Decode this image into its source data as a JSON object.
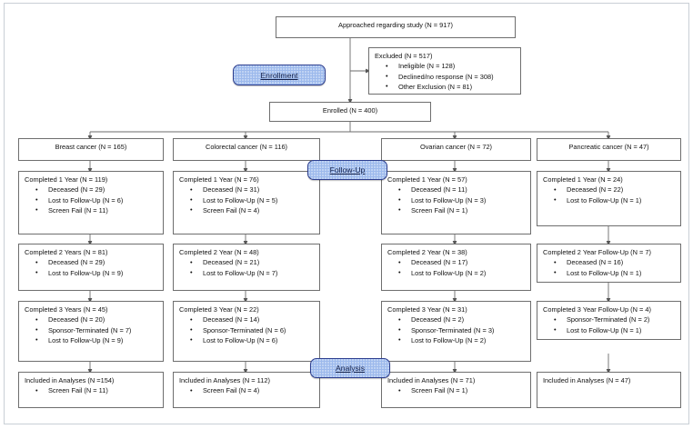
{
  "diagram": {
    "type": "consort-participant-flow",
    "stage_labels": [
      {
        "id": "enrollment",
        "text": "Enrollment"
      },
      {
        "id": "follow-up",
        "text": "Follow-Up"
      },
      {
        "id": "analysis",
        "text": "Analysis"
      }
    ],
    "style": {
      "label_fill": "#9cb9ec",
      "label_border": "#2c3e8f",
      "box_border": "#6e6e6e",
      "frame_border": "#c9cfd6",
      "connector": "#595959"
    },
    "top": {
      "approached": {
        "title": "Approached regarding study (N = 917)"
      },
      "excluded": {
        "title": "Excluded (N = 517)",
        "items": [
          "Ineligible (N = 128)",
          "Declined/no response (N = 308)",
          "Other Exclusion (N = 81)"
        ]
      },
      "enrolled": {
        "title": "Enrolled (N = 400)"
      }
    },
    "columns": [
      {
        "id": "breast",
        "cohort": {
          "title": "Breast cancer (N = 165)"
        },
        "year1": {
          "title": "Completed 1 Year (N = 119)",
          "items": [
            "Deceased (N = 29)",
            "Lost to Follow-Up (N = 6)",
            "Screen Fail (N = 11)"
          ]
        },
        "year2": {
          "title": "Completed 2 Years (N = 81)",
          "items": [
            "Deceased (N = 29)",
            "Lost to Follow-Up (N = 9)"
          ]
        },
        "year3": {
          "title": "Completed 3 Years (N = 45)",
          "items": [
            "Deceased (N = 20)",
            "Sponsor-Terminated (N = 7)",
            "Lost to Follow-Up (N = 9)"
          ]
        },
        "analysis": {
          "title": "Included in Analyses (N =154)",
          "items": [
            "Screen Fail (N = 11)"
          ]
        }
      },
      {
        "id": "colorectal",
        "cohort": {
          "title": "Colorectal cancer (N = 116)"
        },
        "year1": {
          "title": "Completed 1 Year (N = 76)",
          "items": [
            "Deceased (N = 31)",
            "Lost to Follow-Up (N = 5)",
            "Screen Fail (N = 4)"
          ]
        },
        "year2": {
          "title": "Completed 2 Year (N = 48)",
          "items": [
            "Deceased (N = 21)",
            "Lost to Follow-Up (N = 7)"
          ]
        },
        "year3": {
          "title": "Completed 3 Year (N = 22)",
          "items": [
            "Deceased (N = 14)",
            "Sponsor-Terminated (N = 6)",
            "Lost to Follow-Up (N = 6)"
          ]
        },
        "analysis": {
          "title": "Included in Analyses (N = 112)",
          "items": [
            "Screen Fail (N = 4)"
          ]
        }
      },
      {
        "id": "ovarian",
        "cohort": {
          "title": "Ovarian cancer (N = 72)"
        },
        "year1": {
          "title": "Completed 1 Year (N = 57)",
          "items": [
            "Deceased (N = 11)",
            "Lost to Follow-Up (N = 3)",
            "Screen Fail (N = 1)"
          ]
        },
        "year2": {
          "title": "Completed 2 Year (N = 38)",
          "items": [
            "Deceased (N = 17)",
            "Lost to Follow-Up (N = 2)"
          ]
        },
        "year3": {
          "title": "Completed 3 Year (N = 31)",
          "items": [
            "Deceased (N = 2)",
            "Sponsor-Terminated (N = 3)",
            "Lost to Follow-Up (N = 2)"
          ]
        },
        "analysis": {
          "title": "Included in Analyses (N = 71)",
          "items": [
            "Screen Fail (N = 1)"
          ]
        }
      },
      {
        "id": "pancreatic",
        "cohort": {
          "title": "Pancreatic cancer (N = 47)"
        },
        "year1": {
          "title": "Completed 1 Year (N = 24)",
          "items": [
            "Deceased (N = 22)",
            "Lost to Follow-Up (N = 1)"
          ]
        },
        "year2": {
          "title": "Completed 2 Year Follow-Up (N = 7)",
          "items": [
            "Deceased (N = 16)",
            "Lost to Follow-Up (N = 1)"
          ]
        },
        "year3": {
          "title": "Completed 3 Year Follow-Up (N = 4)",
          "items": [
            "Sponsor-Terminated (N = 2)",
            "Lost to Follow-Up (N = 1)"
          ]
        },
        "analysis": {
          "title": "Included in Analyses (N = 47)",
          "items": []
        }
      }
    ]
  }
}
